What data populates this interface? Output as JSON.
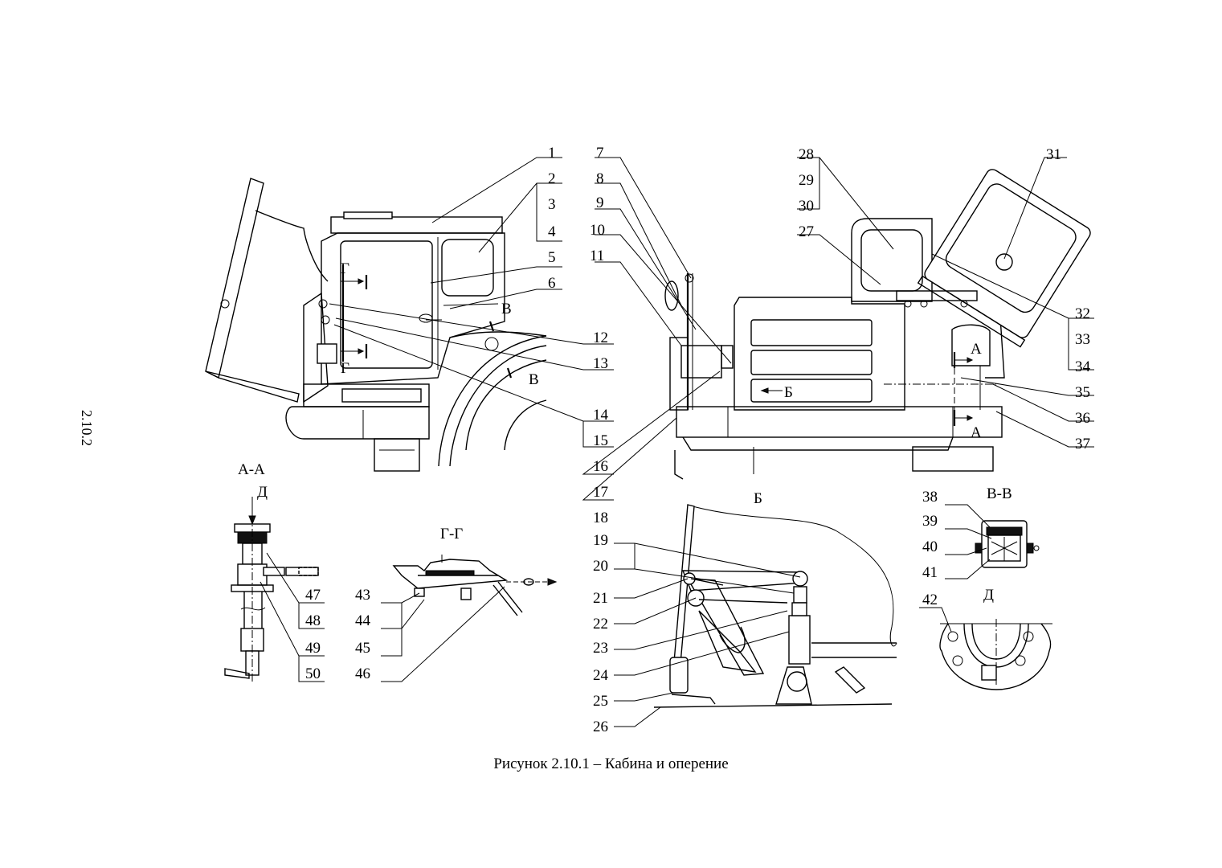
{
  "caption": "Рисунок 2.10.1 – Кабина и оперение",
  "page_number": "2.10.2",
  "section_labels": {
    "aa": "А-А",
    "gg": "Г-Г",
    "b": "Б",
    "vv": "В-В",
    "d_view": "Д",
    "d_arrow": "Д",
    "a_top": "А",
    "a_bottom": "А",
    "b_arrow": "Б",
    "v_top": "В",
    "v_bottom": "В",
    "g_top": "Г",
    "g_bottom": "Г"
  },
  "callouts": [
    "1",
    "2",
    "3",
    "4",
    "5",
    "6",
    "7",
    "8",
    "9",
    "10",
    "11",
    "12",
    "13",
    "14",
    "15",
    "16",
    "17",
    "18",
    "19",
    "20",
    "21",
    "22",
    "23",
    "24",
    "25",
    "26",
    "27",
    "28",
    "29",
    "30",
    "31",
    "32",
    "33",
    "34",
    "35",
    "36",
    "37",
    "38",
    "39",
    "40",
    "41",
    "42",
    "43",
    "44",
    "45",
    "46",
    "47",
    "48",
    "49",
    "50"
  ]
}
